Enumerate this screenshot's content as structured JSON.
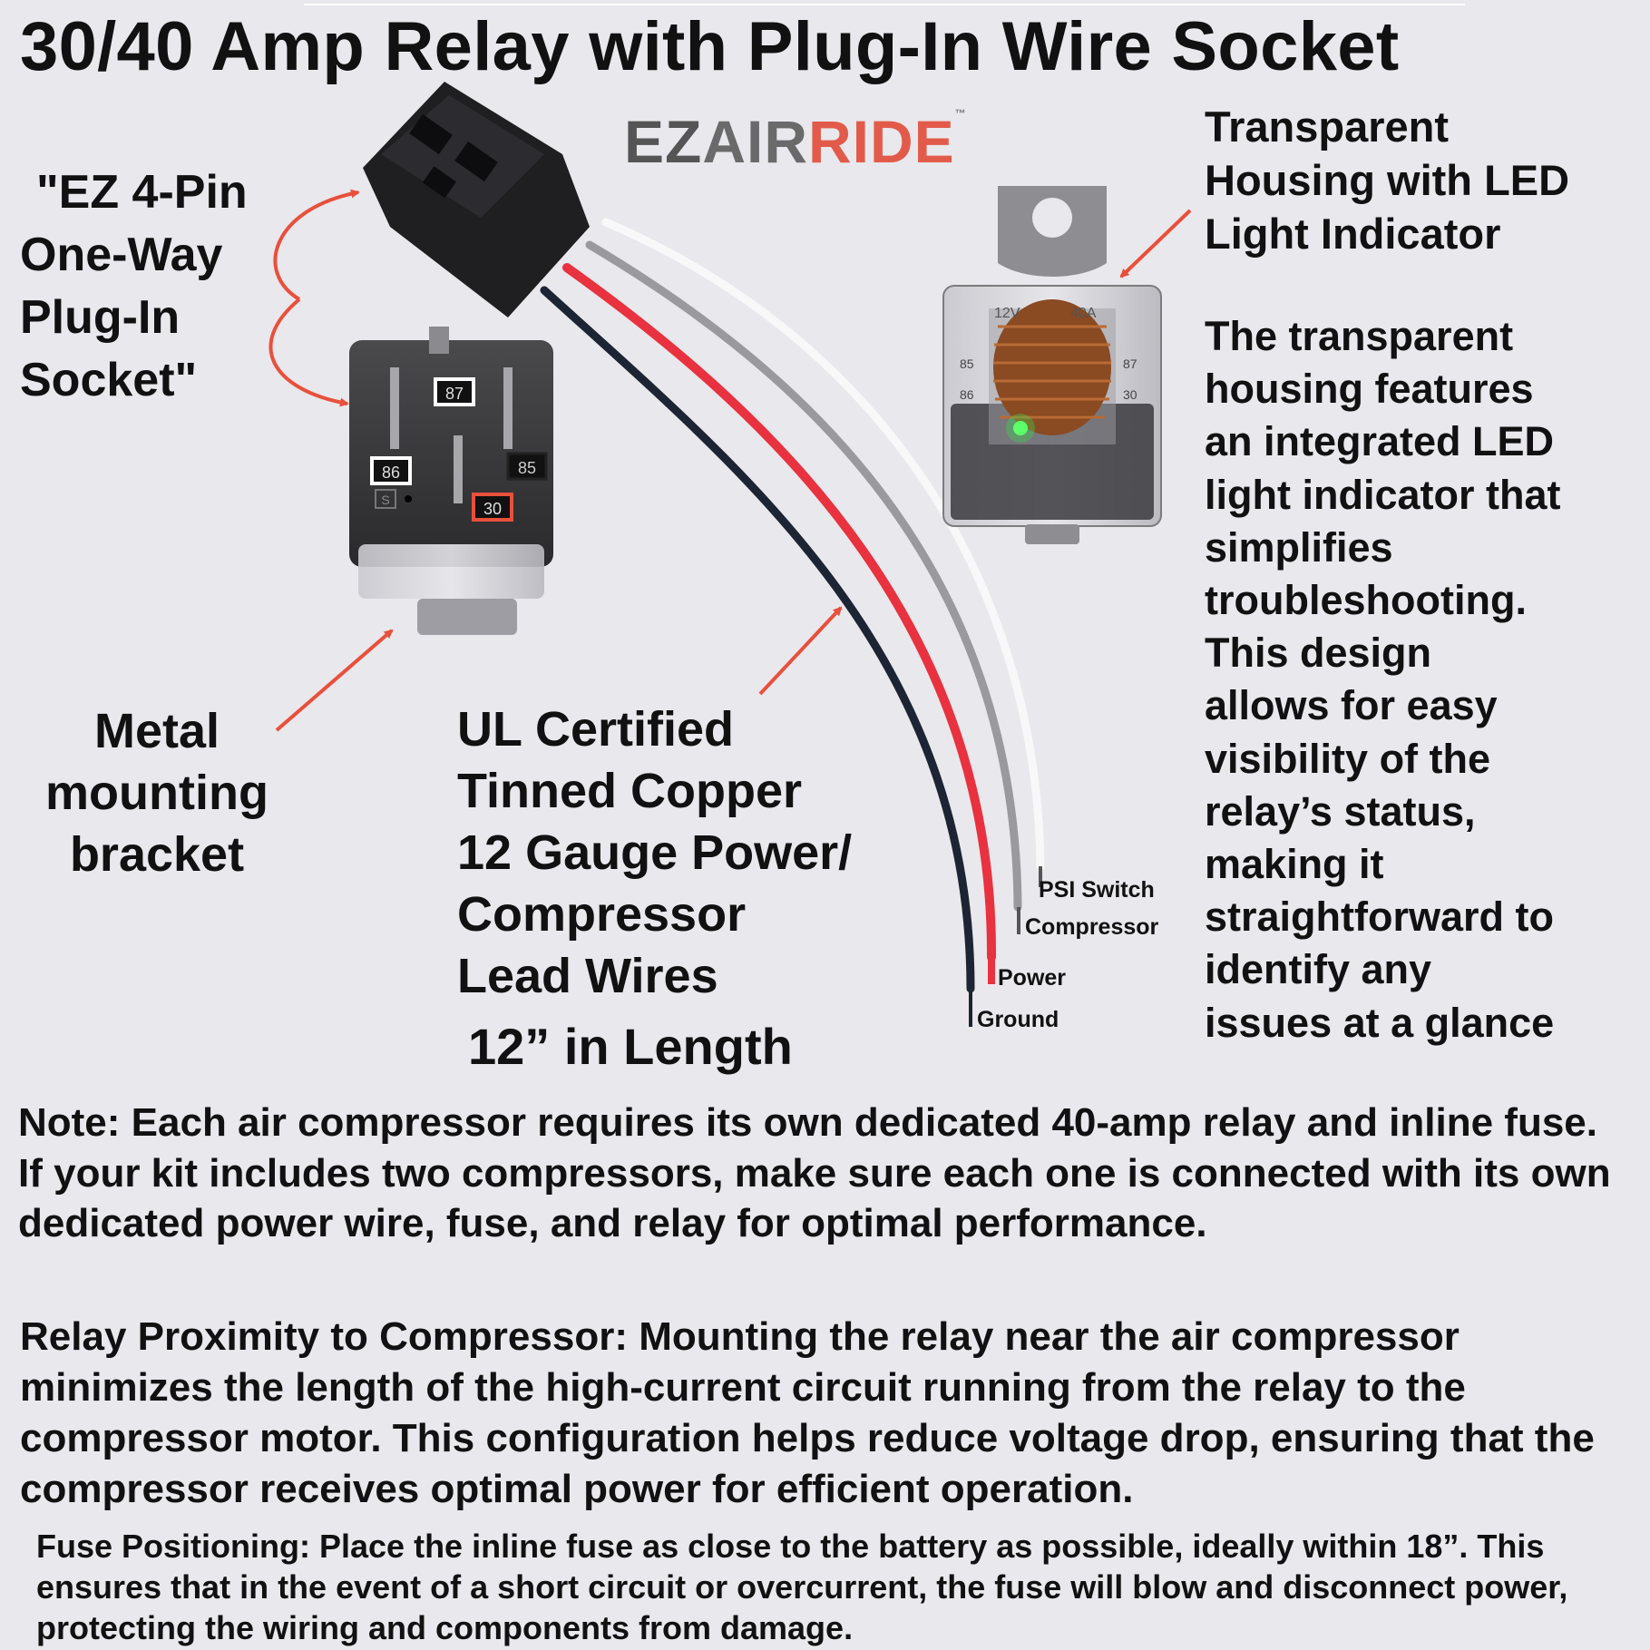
{
  "title": "30/40 Amp Relay with Plug-In Wire Socket",
  "logo": {
    "ez": "EZ",
    "air": "AIR",
    "ride": "RIDE",
    "tm": "™"
  },
  "labels": {
    "socket": [
      "\"EZ 4-Pin",
      "One-Way",
      "Plug-In",
      "Socket\""
    ],
    "bracket": [
      "Metal",
      "mounting",
      "bracket"
    ],
    "wires": [
      "UL Certified",
      "Tinned Copper",
      "12 Gauge Power/",
      "Compressor",
      "Lead Wires"
    ],
    "wire_length": "12” in Length",
    "housing_title": [
      "Transparent",
      "Housing with LED",
      "Light Indicator"
    ],
    "housing_body": [
      "The transparent",
      "housing features",
      "an integrated LED",
      "light indicator that",
      "simplifies",
      "troubleshooting.",
      "This design",
      "allows for easy",
      "visibility of the",
      "relay’s status,",
      "making it",
      "straightforward to",
      "identify any",
      "issues at a glance"
    ]
  },
  "wire_tags": {
    "psi": "PSI Switch",
    "compressor": "Compressor",
    "power": "Power",
    "ground": "Ground"
  },
  "pins": {
    "p87": "87",
    "p86": "86",
    "p85": "85",
    "p30": "30",
    "s": "S"
  },
  "relay_print": {
    "a": "12V",
    "b": "40A",
    "c": "85",
    "d": "86",
    "e": "87",
    "f": "30"
  },
  "note": "Note: Each air compressor requires its own dedicated 40-amp relay and inline fuse. If your kit includes two compressors, make sure each one is connected with its own dedicated power wire, fuse, and relay for optimal performance.",
  "proximity": "Relay Proximity to Compressor: Mounting the relay near the air compressor minimizes the length of the high-current circuit running from the relay to the compressor motor. This configuration helps reduce voltage drop, ensuring that the compressor receives optimal power for efficient operation.",
  "fuse": "Fuse Positioning: Place the inline fuse as close to the battery as possible, ideally within 18”. This ensures that in the event of a short circuit or overcurrent, the fuse will blow and disconnect power, protecting the wiring and components from damage.",
  "colors": {
    "background": "#e9e8ec",
    "arrow": "#e8503c",
    "wire_red": "#e8323f",
    "wire_black": "#1d2433",
    "wire_grey": "#9a9a9e",
    "wire_white": "#f7f7f7",
    "led": "#36e04a"
  }
}
